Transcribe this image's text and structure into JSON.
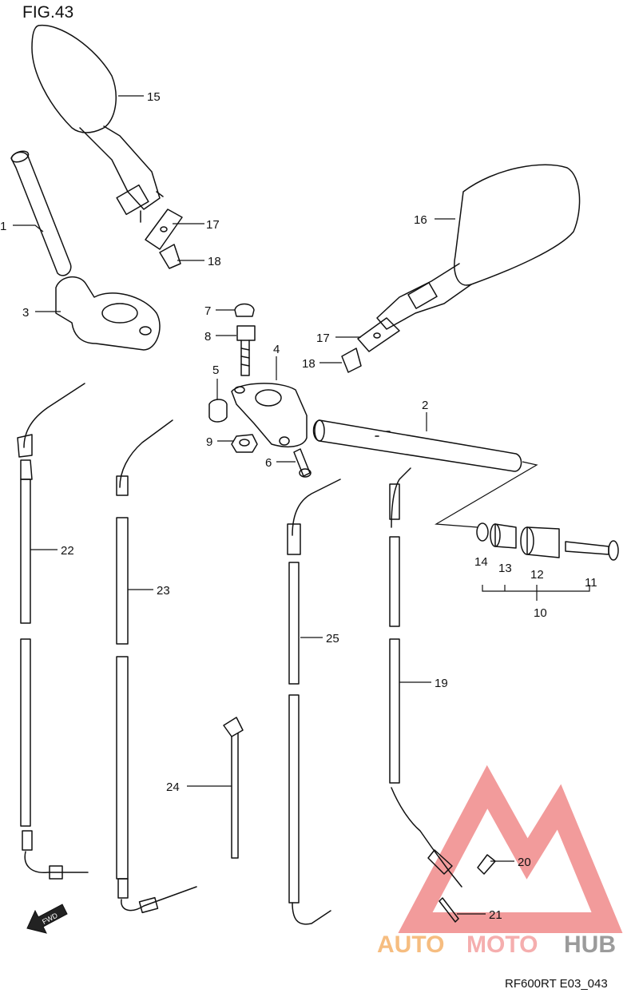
{
  "figure": {
    "title": "FIG.43",
    "code": "RF600RT E03_043",
    "fwd_label": "FWD"
  },
  "parts": [
    {
      "ref": "1"
    },
    {
      "ref": "2"
    },
    {
      "ref": "3"
    },
    {
      "ref": "4"
    },
    {
      "ref": "5"
    },
    {
      "ref": "6"
    },
    {
      "ref": "7"
    },
    {
      "ref": "8"
    },
    {
      "ref": "9"
    },
    {
      "ref": "10"
    },
    {
      "ref": "11"
    },
    {
      "ref": "12"
    },
    {
      "ref": "13"
    },
    {
      "ref": "14"
    },
    {
      "ref": "15"
    },
    {
      "ref": "16"
    },
    {
      "ref": "17"
    },
    {
      "ref": "18"
    },
    {
      "ref": "19"
    },
    {
      "ref": "20"
    },
    {
      "ref": "21"
    },
    {
      "ref": "22"
    },
    {
      "ref": "23"
    },
    {
      "ref": "24"
    },
    {
      "ref": "25"
    }
  ],
  "watermark": {
    "word1": "AUTO",
    "word2": "MOTO",
    "word3": "HUB",
    "colors": {
      "auto": "#f5b26b",
      "moto": "#f4a0a0",
      "hub": "#8a8a8a",
      "triangle": "#f08a8a"
    }
  }
}
